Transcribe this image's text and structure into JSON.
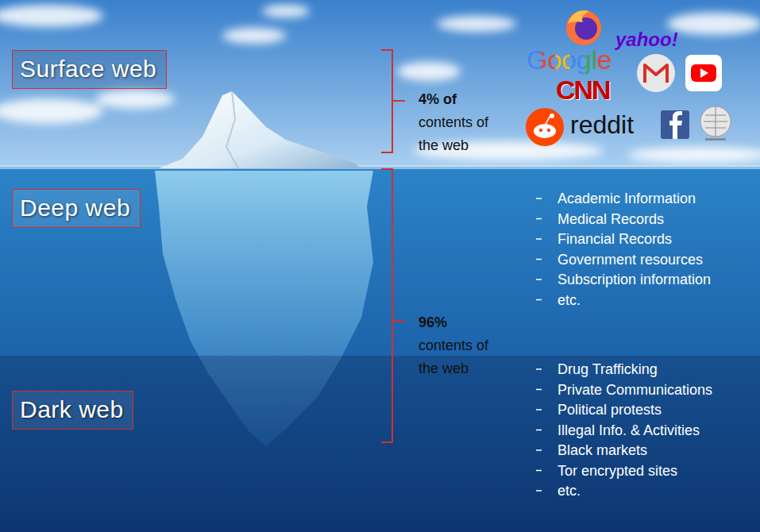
{
  "diagram": {
    "nodes": [
      {
        "text": [
          "Surface web"
        ]
      },
      {
        "text": [
          "Deep web"
        ]
      },
      {
        "text": [
          "Dark web"
        ]
      }
    ],
    "labels": [
      "4% of",
      "contents of the web",
      "Google",
      "yahoo!",
      "CNN",
      "reddit",
      "96%",
      "contents of the web",
      "Academic Information",
      "Medical Records",
      "Financial Records",
      "Government resources",
      "Subscription information",
      "etc.",
      "Drug Trafficking",
      "Private Communications",
      "Political protests",
      "Illegal Info. & Activities",
      "Black markets",
      "Tor encrypted sites",
      "etc."
    ]
  }
}
